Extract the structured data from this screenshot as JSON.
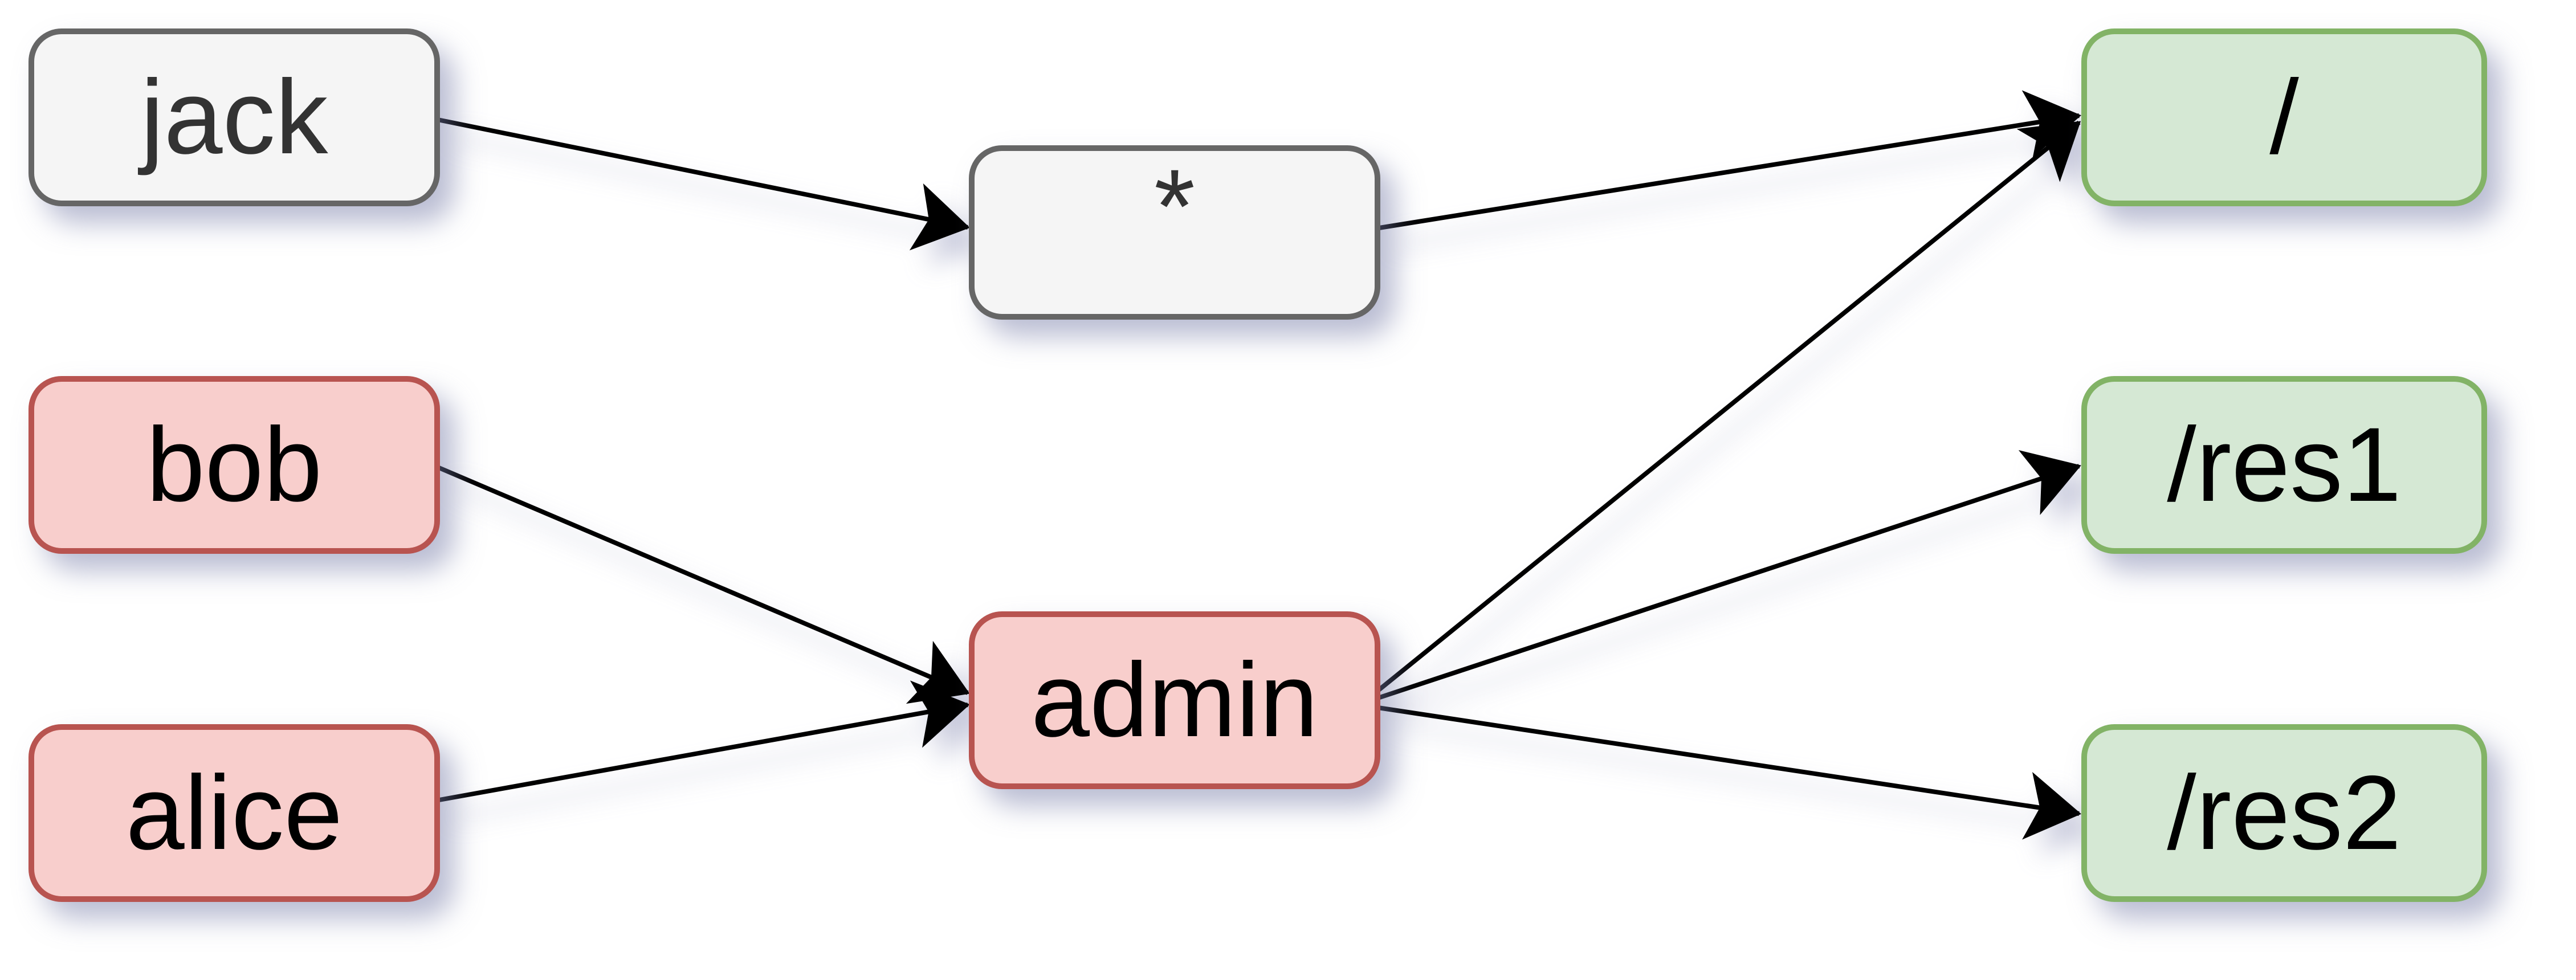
{
  "nodes": {
    "jack": {
      "label": "jack",
      "palette": "gray"
    },
    "bob": {
      "label": "bob",
      "palette": "red"
    },
    "alice": {
      "label": "alice",
      "palette": "red"
    },
    "star": {
      "label": "*",
      "palette": "gray"
    },
    "admin": {
      "label": "admin",
      "palette": "red"
    },
    "root": {
      "label": "/",
      "palette": "green"
    },
    "res1": {
      "label": "/res1",
      "palette": "green"
    },
    "res2": {
      "label": "/res2",
      "palette": "green"
    }
  },
  "edges": [
    {
      "from": "jack",
      "to": "*"
    },
    {
      "from": "bob",
      "to": "admin"
    },
    {
      "from": "alice",
      "to": "admin"
    },
    {
      "from": "*",
      "to": "/"
    },
    {
      "from": "admin",
      "to": "/"
    },
    {
      "from": "admin",
      "to": "/res1"
    },
    {
      "from": "admin",
      "to": "/res2"
    }
  ],
  "colors": {
    "background": "#ffffff",
    "gray_fill": "#f5f5f5",
    "gray_stroke": "#666666",
    "gray_text": "#333333",
    "red_fill": "#f8cecc",
    "red_stroke": "#b85450",
    "green_fill": "#d5e8d4",
    "green_stroke": "#82b366",
    "edge_color": "#000000",
    "shadow": "rgba(118,124,168,0.5)",
    "text_color": "#000000"
  }
}
